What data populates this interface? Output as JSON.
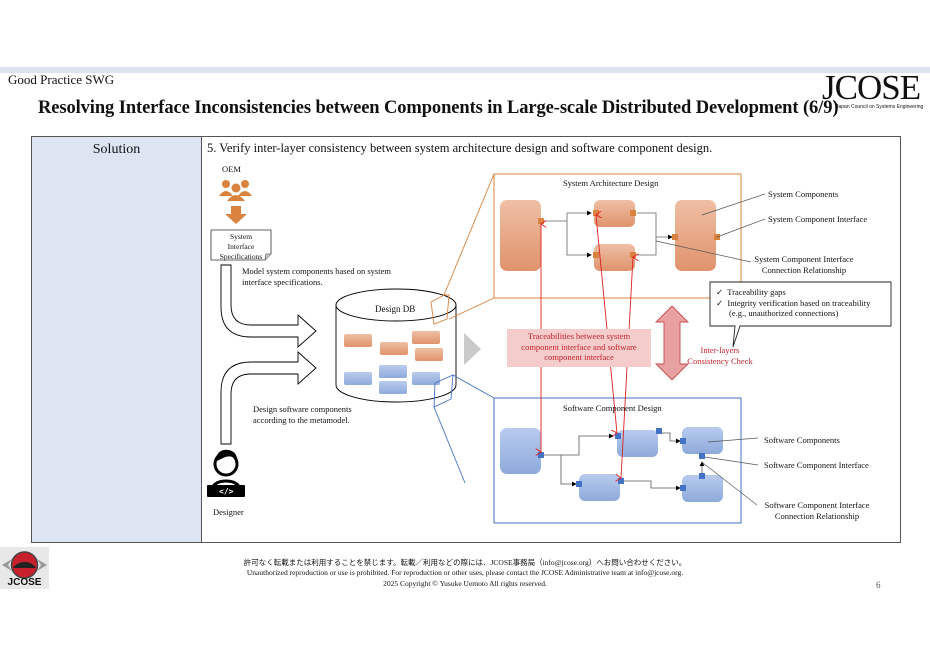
{
  "header": {
    "group": "Good Practice SWG",
    "title": "Resolving Interface Inconsistencies between Components in Large-scale Distributed Development (6/9)",
    "logo_text": "JCOSE",
    "logo_subtitle": "Japan Council on Systems Engineering"
  },
  "table": {
    "left_label": "Solution",
    "heading": "5. Verify inter-layer consistency between system architecture design and software component design."
  },
  "diagram": {
    "oem_label": "OEM",
    "spec_doc": [
      "System",
      "Interface",
      "Specifications"
    ],
    "model_text": [
      "Model system components based on system",
      "interface specifications."
    ],
    "design_db_label": "Design DB",
    "design_sw_text": [
      "Design software components",
      "according to the metamodel."
    ],
    "designer_label": "Designer",
    "designer_code_glyph": "</>",
    "sys_arch_title": "System Architecture Design",
    "sw_comp_title": "Software Component Design",
    "sys_callouts": [
      "System Components",
      "System Component Interface",
      "System Component Interface",
      "Connection Relationship"
    ],
    "sw_callouts": [
      "Software Components",
      "Software Component Interface",
      "Software Component Interface",
      "Connection Relationship"
    ],
    "check_items": [
      "Traceability gaps",
      "Integrity verification based on traceability",
      "(e.g., unauthorized connections)"
    ],
    "check_mark": "✓",
    "trace_box": [
      "Traceabilities between system",
      "component interface and software",
      "component interface"
    ],
    "consistency_label": [
      "Inter-layers",
      "Consistency Check"
    ],
    "colors": {
      "system": "#e0936c",
      "system_border": "#d9833e",
      "software": "#8eaadb",
      "software_border": "#4472c4",
      "trace": "#e02020",
      "trace_box_bg": "#f4cccc",
      "consistency_arrow": "#e8a0a0"
    }
  },
  "footer": {
    "line_jp": "許可なく転載または利用することを禁じます。転載／利用などの際には、JCOSE事務局（info@jcose.org）へお問い合わせください。",
    "line_en": "Unauthorized reproduction or use is prohibited.  For reproduction or other uses, please contact the JCOSE Administrative team at info@jcose.org.",
    "copyright": "2025 Copyright © Yusuke Uemoto All rights reserved.",
    "page_number": "6",
    "corner_logo_text": "JCOSE"
  }
}
